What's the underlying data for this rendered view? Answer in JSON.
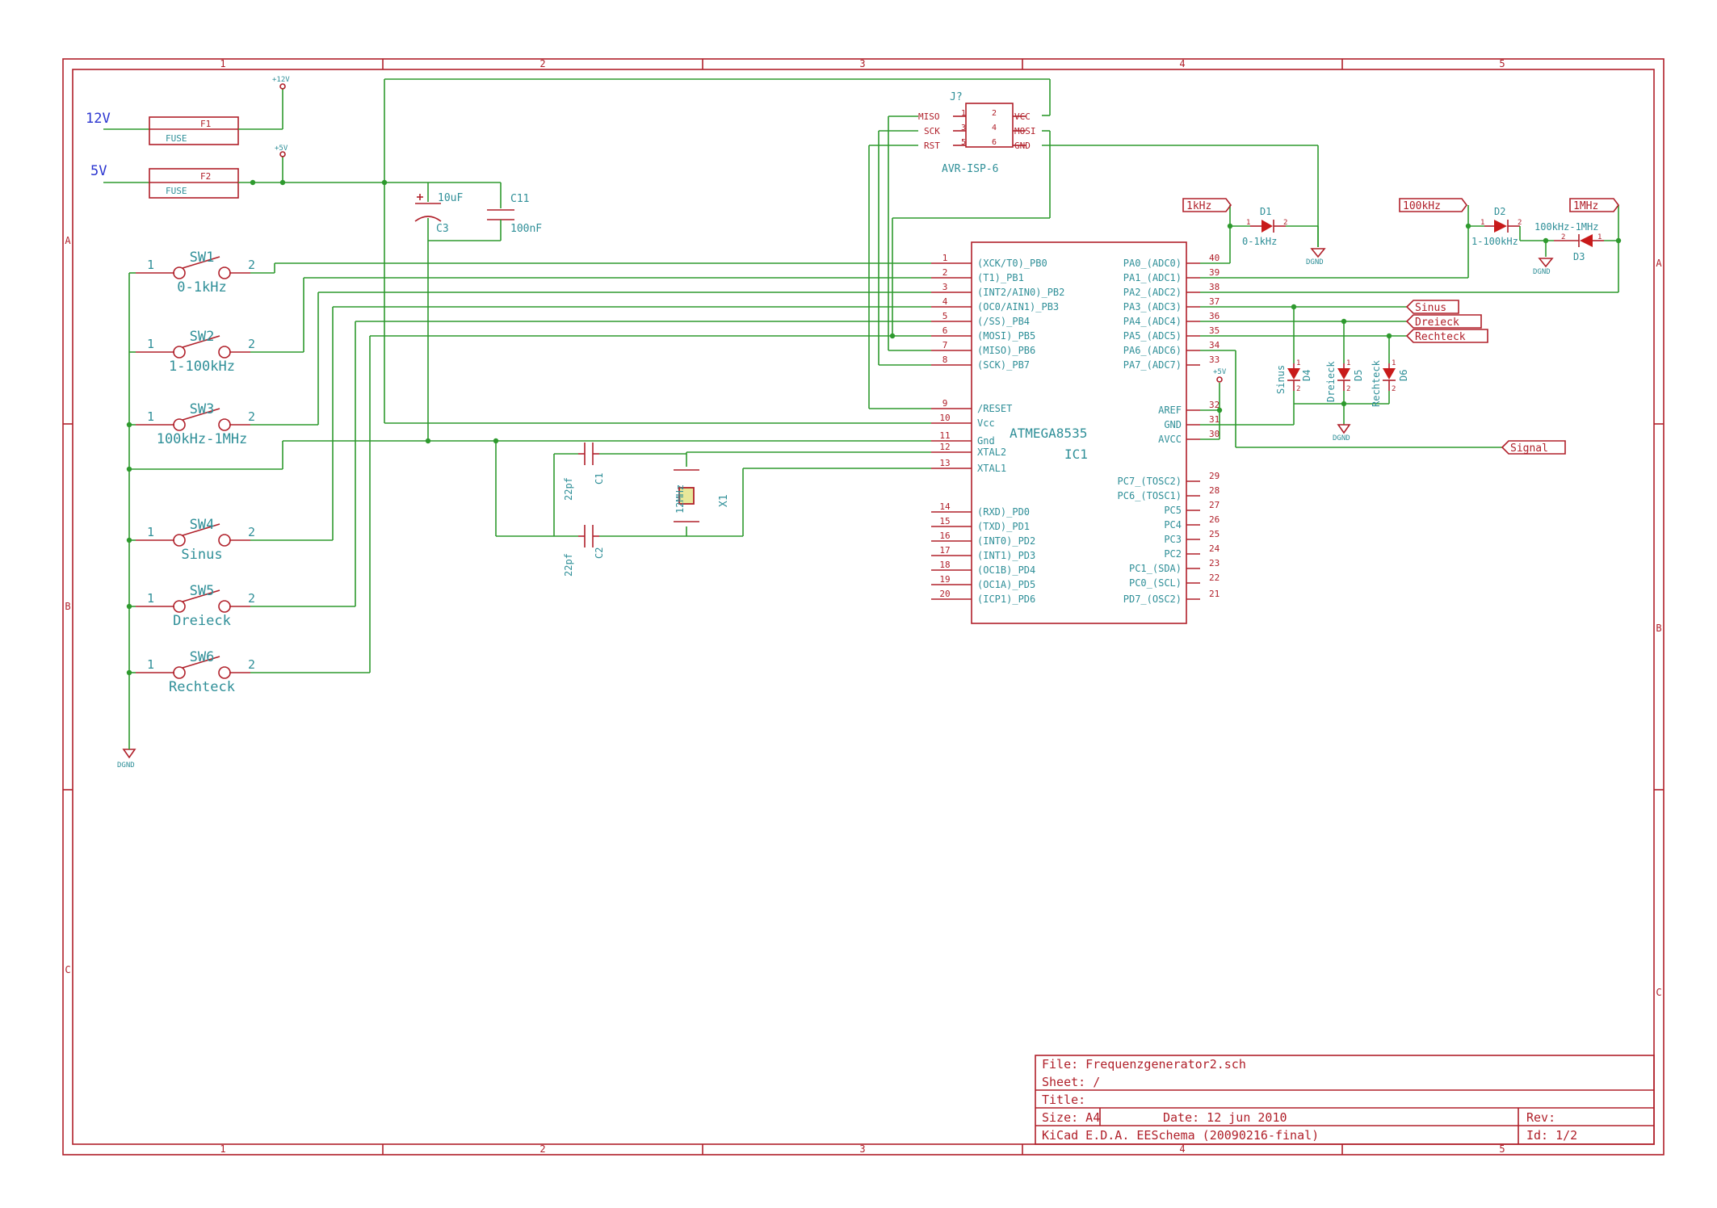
{
  "border": {
    "columns": [
      "1",
      "2",
      "3",
      "4",
      "5"
    ],
    "rows": [
      "A",
      "B",
      "C"
    ]
  },
  "power": {
    "v12_label": "12V",
    "v5_label": "5V",
    "plus12_label": "+12V",
    "plus5_label": "+5V",
    "fuse1_ref": "F1",
    "fuse1_value": "FUSE",
    "fuse2_ref": "F2",
    "fuse2_value": "FUSE",
    "cap3_ref": "C3",
    "cap3_value": "10uF",
    "cap11_ref": "C11",
    "cap11_value": "100nF",
    "dgnd": "DGND"
  },
  "isp": {
    "ref": "J?",
    "name": "AVR-ISP-6",
    "left_labels": [
      "MISO",
      "SCK",
      "RST"
    ],
    "left_pins": [
      "1",
      "3",
      "5"
    ],
    "right_pins": [
      "2",
      "4",
      "6"
    ],
    "right_labels": [
      "VCC",
      "MOSI",
      "GND"
    ]
  },
  "switches": [
    {
      "ref": "SW1",
      "value": "0-1kHz",
      "pin1": "1",
      "pin2": "2"
    },
    {
      "ref": "SW2",
      "value": "1-100kHz",
      "pin1": "1",
      "pin2": "2"
    },
    {
      "ref": "SW3",
      "value": "100kHz-1MHz",
      "pin1": "1",
      "pin2": "2"
    },
    {
      "ref": "SW4",
      "value": "Sinus",
      "pin1": "1",
      "pin2": "2"
    },
    {
      "ref": "SW5",
      "value": "Dreieck",
      "pin1": "1",
      "pin2": "2"
    },
    {
      "ref": "SW6",
      "value": "Rechteck",
      "pin1": "1",
      "pin2": "2"
    }
  ],
  "mcu": {
    "name": "ATMEGA8535",
    "ref": "IC1",
    "left": [
      {
        "pin": "1",
        "name": "(XCK/T0)_PB0"
      },
      {
        "pin": "2",
        "name": "(T1)_PB1"
      },
      {
        "pin": "3",
        "name": "(INT2/AIN0)_PB2"
      },
      {
        "pin": "4",
        "name": "(OC0/AIN1)_PB3"
      },
      {
        "pin": "5",
        "name": "(/SS)_PB4"
      },
      {
        "pin": "6",
        "name": "(MOSI)_PB5"
      },
      {
        "pin": "7",
        "name": "(MISO)_PB6"
      },
      {
        "pin": "8",
        "name": "(SCK)_PB7"
      },
      {
        "pin": "9",
        "name": "/RESET"
      },
      {
        "pin": "10",
        "name": "Vcc"
      },
      {
        "pin": "11",
        "name": "Gnd"
      },
      {
        "pin": "12",
        "name": "XTAL2"
      },
      {
        "pin": "13",
        "name": "XTAL1"
      },
      {
        "pin": "14",
        "name": "(RXD)_PD0"
      },
      {
        "pin": "15",
        "name": "(TXD)_PD1"
      },
      {
        "pin": "16",
        "name": "(INT0)_PD2"
      },
      {
        "pin": "17",
        "name": "(INT1)_PD3"
      },
      {
        "pin": "18",
        "name": "(OC1B)_PD4"
      },
      {
        "pin": "19",
        "name": "(OC1A)_PD5"
      },
      {
        "pin": "20",
        "name": "(ICP1)_PD6"
      }
    ],
    "right": [
      {
        "pin": "40",
        "name": "PA0_(ADC0)"
      },
      {
        "pin": "39",
        "name": "PA1_(ADC1)"
      },
      {
        "pin": "38",
        "name": "PA2_(ADC2)"
      },
      {
        "pin": "37",
        "name": "PA3_(ADC3)"
      },
      {
        "pin": "36",
        "name": "PA4_(ADC4)"
      },
      {
        "pin": "35",
        "name": "PA5_(ADC5)"
      },
      {
        "pin": "34",
        "name": "PA6_(ADC6)"
      },
      {
        "pin": "33",
        "name": "PA7_(ADC7)"
      },
      {
        "pin": "32",
        "name": "AREF"
      },
      {
        "pin": "31",
        "name": "GND"
      },
      {
        "pin": "30",
        "name": "AVCC"
      },
      {
        "pin": "29",
        "name": "PC7_(TOSC2)"
      },
      {
        "pin": "28",
        "name": "PC6_(TOSC1)"
      },
      {
        "pin": "27",
        "name": "PC5"
      },
      {
        "pin": "26",
        "name": "PC4"
      },
      {
        "pin": "25",
        "name": "PC3"
      },
      {
        "pin": "24",
        "name": "PC2"
      },
      {
        "pin": "23",
        "name": "PC1_(SDA)"
      },
      {
        "pin": "22",
        "name": "PC0_(SCL)"
      },
      {
        "pin": "21",
        "name": "PD7_(OSC2)"
      }
    ]
  },
  "crystal": {
    "c1_ref": "C1",
    "c1_value": "22pf",
    "c2_ref": "C2",
    "c2_value": "22pf",
    "x_ref": "X1",
    "x_value": "12MHz"
  },
  "leds": {
    "d1_ref": "D1",
    "d1_value": "0-1kHz",
    "d2_ref": "D2",
    "d2_value": "1-100kHz",
    "d3_ref": "D3",
    "d3_value": "100kHz-1MHz",
    "d4_ref": "D4",
    "d4_value": "Sinus",
    "d5_ref": "D5",
    "d5_value": "Dreieck",
    "d6_ref": "D6",
    "d6_value": "Rechteck",
    "pin1": "1",
    "pin2": "2"
  },
  "net_labels": {
    "l1k": "1kHz",
    "l100k": "100kHz",
    "l1m": "1MHz",
    "sinus": "Sinus",
    "dreieck": "Dreieck",
    "rechteck": "Rechteck",
    "signal": "Signal"
  },
  "title_block": {
    "file": "File: Frequenzgenerator2.sch",
    "sheet": "Sheet: /",
    "title": "Title:",
    "size": "Size: A4",
    "date": "Date: 12 jun 2010",
    "rev": "Rev:",
    "tool": "KiCad E.D.A.  EESchema (20090216-final)",
    "id": "Id: 1/2"
  }
}
